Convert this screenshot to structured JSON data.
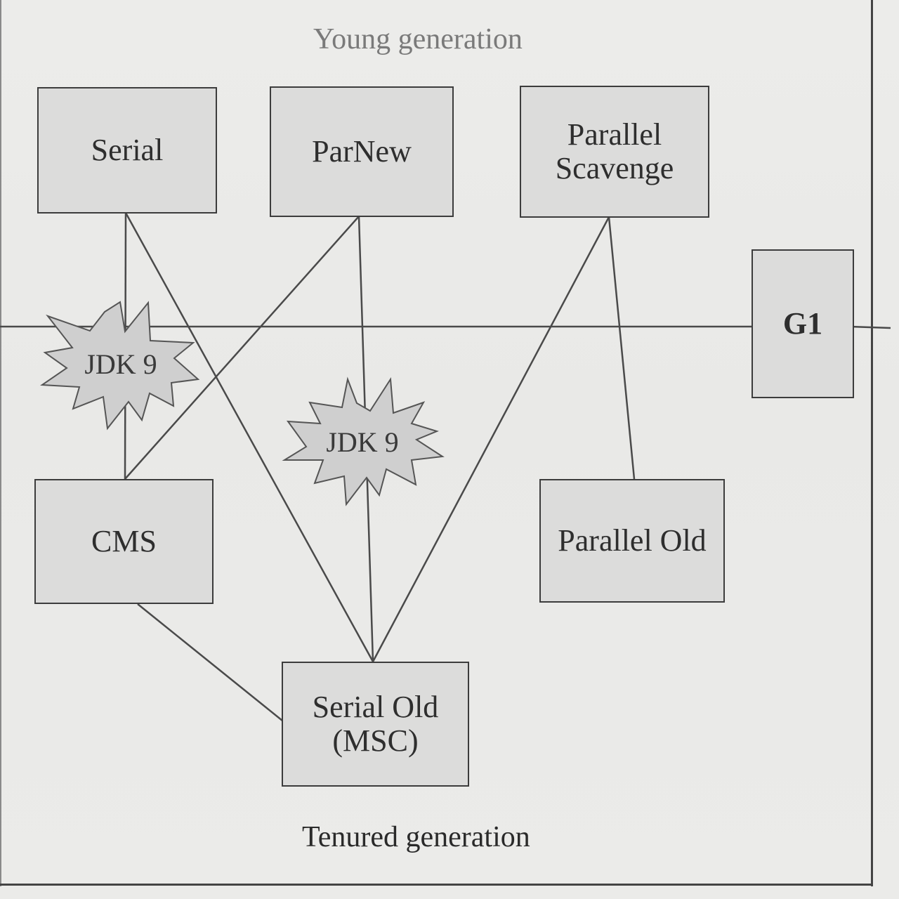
{
  "labels": {
    "young_generation": "Young generation",
    "tenured_generation": "Tenured generation"
  },
  "collectors": {
    "serial": "Serial",
    "parnew": "ParNew",
    "parallel_scavenge_line1": "Parallel",
    "parallel_scavenge_line2": "Scavenge",
    "g1": "G1",
    "cms": "CMS",
    "parallel_old": "Parallel Old",
    "serial_old_line1": "Serial Old",
    "serial_old_line2": "(MSC)"
  },
  "badges": {
    "left": "JDK 9",
    "center": "JDK 9"
  },
  "colors": {
    "box_fill": "#dcdcdb",
    "box_border": "#3c3c3c",
    "line": "#4a4a4a",
    "burst_fill": "#cfcfcf"
  }
}
